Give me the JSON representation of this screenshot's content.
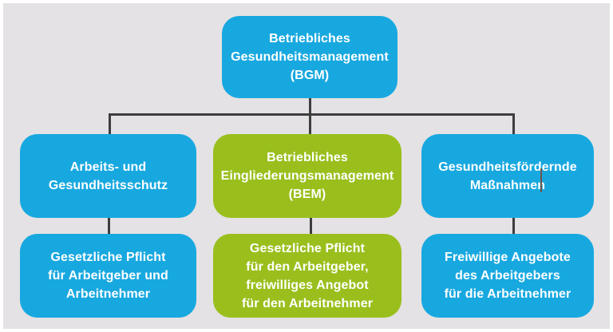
{
  "colors": {
    "background": "#e4e2e4",
    "box_blue": "#18a8e0",
    "box_green": "#9abf1d",
    "box_text": "#ffffff",
    "connector": "#3d3d3d",
    "text_cursor": "#6b544e"
  },
  "diagram": {
    "root": {
      "text": "Betriebliches\nGesundheitsmanagement\n(BGM)"
    },
    "columns": [
      {
        "top": "Arbeits- und\nGesundheitsschutz",
        "bottom": "Gesetzliche Pflicht\nfür Arbeitgeber und\nArbeitnehmer"
      },
      {
        "top": "Betriebliches\nEingliederungsmanagement\n(BEM)",
        "bottom": "Gesetzliche Pflicht\nfür den Arbeitgeber,\nfreiwilliges Angebot\nfür den Arbeitnehmer"
      },
      {
        "top": "Gesundheitsfördernde\nMaßnahmen",
        "bottom": "Freiwillige Angebote\ndes Arbeitgebers\nfür die Arbeitnehmer"
      }
    ]
  }
}
